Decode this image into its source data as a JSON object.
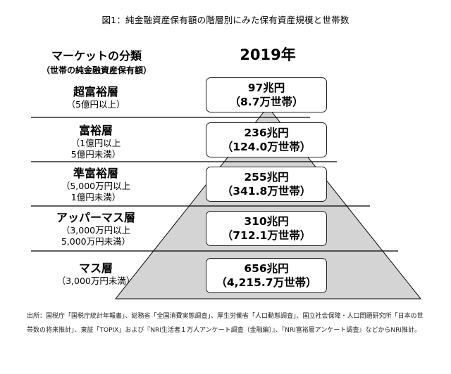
{
  "title": "図1：純金融資産保有額の階層別にみた保有資産規模と世帯数",
  "header": {
    "category_title": "マーケットの分類",
    "category_subtitle": "（世帯の純金融資産保有額）",
    "year": "2019年"
  },
  "tiers": [
    {
      "name": "超富裕層",
      "range": "（5億円以上）",
      "amount": "97兆円",
      "households": "（8.7万世帯）"
    },
    {
      "name": "富裕層",
      "range": "（1億円以上\n5億円未満）",
      "amount": "236兆円",
      "households": "（124.0万世帯）"
    },
    {
      "name": "準富裕層",
      "range": "（5,000万円以上\n1億円未満）",
      "amount": "255兆円",
      "households": "（341.8万世帯）"
    },
    {
      "name": "アッパーマス層",
      "range": "（3,000万円以上\n5,000万円未満）",
      "amount": "310兆円",
      "households": "（712.1万世帯）"
    },
    {
      "name": "マス層",
      "range": "（3,000万円未満）",
      "amount": "656兆円",
      "households": "（4,215.7万世帯）"
    }
  ],
  "source": "出所：国税庁「国税庁統計年報書」、総務省「全国消費実態調査」、厚生労働省「人口動態調査」、国立社会保障・人口問題研究所「日本の世帯数の将来推計」、東証「TOPIX」および『NRI生活者１万人アンケート調査（金融編）』、『NRI富裕層アンケート調査』などからNRI推計。",
  "colors": {
    "pyramid_fill": "#d4d4d4",
    "line": "#000000",
    "box_border": "#222222"
  }
}
